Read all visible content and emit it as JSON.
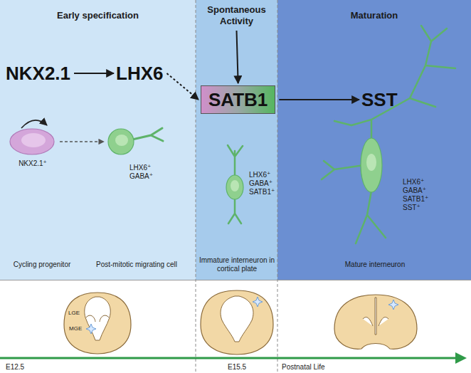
{
  "diagram": {
    "nodes": [
      {
        "text": [
          "Early specification"
        ]
      },
      {
        "text": [
          "Spontaneous Activity"
        ]
      },
      {
        "text": [
          "Maturation"
        ]
      },
      {
        "text": [
          "NKX2.1"
        ],
        "in": 0
      },
      {
        "text": [
          "LHX6"
        ],
        "in": 0
      },
      {
        "text": [
          "SATB1"
        ],
        "in": 1
      },
      {
        "text": [
          "SST"
        ],
        "in": 2
      }
    ],
    "edges": [
      {
        "from": 3,
        "to": 4,
        "arrow": "to"
      },
      {
        "from": 4,
        "to": 5,
        "arrow": "to"
      },
      {
        "from": 1,
        "to": 5,
        "arrow": "to"
      },
      {
        "from": 5,
        "to": 6,
        "arrow": "to"
      }
    ],
    "labels": [
      "NKX2.1⁺",
      "LHX6⁺ GABA⁺",
      "LHX6⁺ GABA⁺ SATB1⁺",
      "LHX6⁺ GABA⁺ SATB1⁺ SST⁺",
      "Cycling progenitor",
      "Post-mitotic migrating cell",
      "Immature interneuron in cortical plate",
      "Mature interneuron",
      "LGE",
      "MGE",
      "E12.5",
      "E15.5",
      "Postnatal Life"
    ]
  }
}
